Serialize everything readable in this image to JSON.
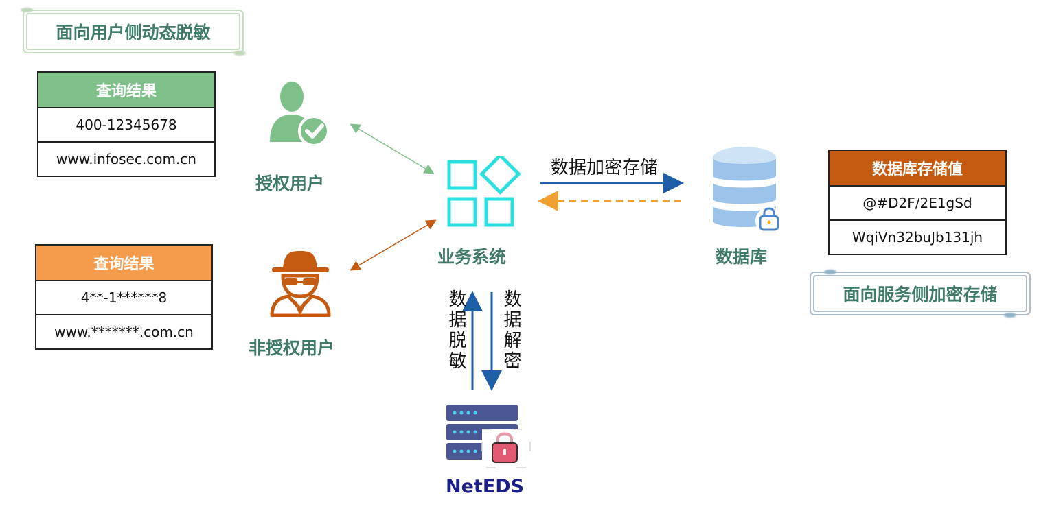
{
  "banners": {
    "user_side": "面向用户侧动态脱敏",
    "service_side": "面向服务侧加密存储"
  },
  "authorized_table": {
    "header": "查询结果",
    "rows": [
      "400-12345678",
      "www.infosec.com.cn"
    ]
  },
  "unauthorized_table": {
    "header": "查询结果",
    "rows": [
      "4**-1******8",
      "www.*******.com.cn"
    ]
  },
  "database_table": {
    "header": "数据库存储值",
    "rows": [
      "@#D2F/2E1gSd",
      "WqiVn32buJb131jh"
    ]
  },
  "nodes": {
    "authorized_user": "授权用户",
    "unauthorized_user": "非授权用户",
    "business_system": "业务系统",
    "database": "数据库",
    "neteds": "NetEDS"
  },
  "flows": {
    "encrypt_store": "数据加密存储",
    "desensitize": "数据脱敏",
    "decrypt": "数据解密"
  },
  "colors": {
    "authorized_green": "#7fc08a",
    "unauthorized_orange": "#f59c4c",
    "db_header": "#c55a11",
    "system_cyan": "#2de0e0",
    "db_blue": "#9cc3ea",
    "flow_blue": "#1f5fa8",
    "flow_orange_dashed": "#f0a030",
    "neteds_navy": "#1b1f8a",
    "label_teal": "#3f7a6a"
  },
  "icons": {
    "authorized_user": "user-check-icon",
    "unauthorized_user": "spy-icon",
    "business_system": "app-grid-icon",
    "database": "database-lock-icon",
    "neteds": "server-lock-icon"
  }
}
